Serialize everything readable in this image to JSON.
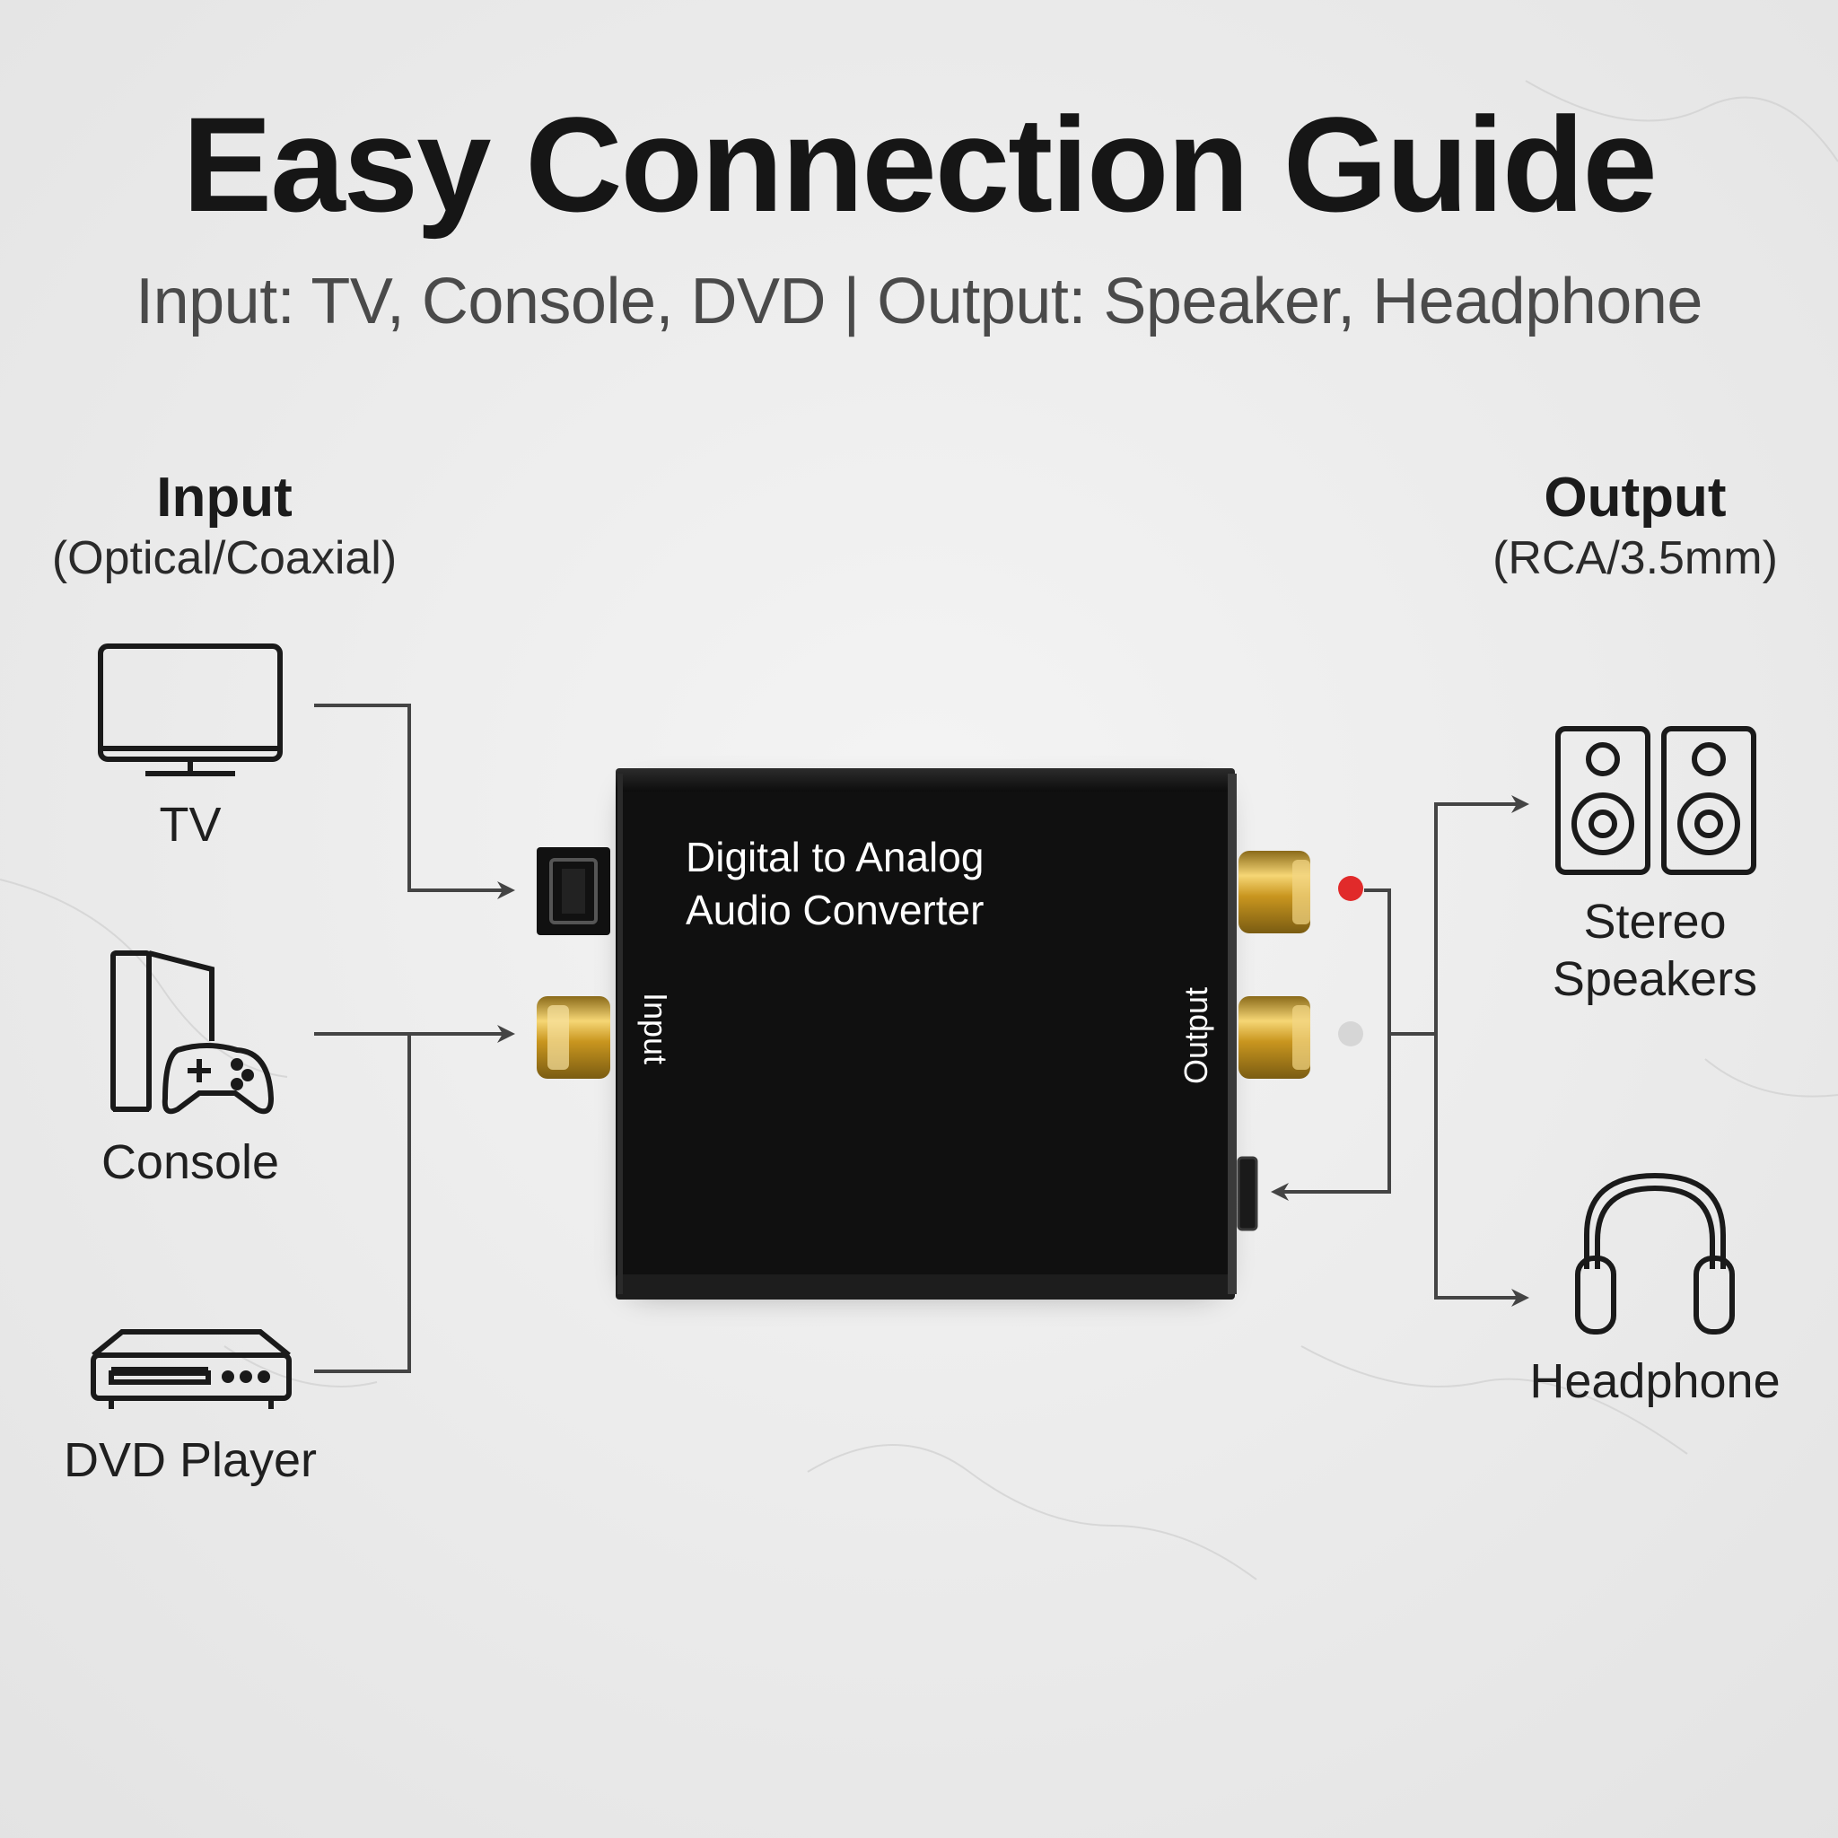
{
  "title": "Easy Connection Guide",
  "subtitle": "Input: TV, Console, DVD | Output: Speaker, Headphone",
  "input_group": {
    "title": "Input",
    "subtitle": "(Optical/Coaxial)"
  },
  "output_group": {
    "title": "Output",
    "subtitle": "(RCA/3.5mm)"
  },
  "input_devices": [
    {
      "label": "TV",
      "icon": "tv-icon"
    },
    {
      "label": "Console",
      "icon": "game-console-icon"
    },
    {
      "label": "DVD Player",
      "icon": "dvd-player-icon"
    }
  ],
  "output_devices": [
    {
      "label": "Stereo Speakers",
      "line1": "Stereo",
      "line2": "Speakers",
      "icon": "stereo-speakers-icon"
    },
    {
      "label": "Headphone",
      "icon": "headphone-icon"
    }
  ],
  "converter": {
    "label_line1": "Digital to Analog",
    "label_line2": "Audio Converter",
    "input_port_label": "Input",
    "output_port_label": "Output"
  },
  "colors": {
    "background": "#ededed",
    "line": "#444444",
    "box": "#111111",
    "gold": "#d8a937",
    "red_dot": "#e12a2a",
    "white_dot": "#d6d6d6"
  }
}
